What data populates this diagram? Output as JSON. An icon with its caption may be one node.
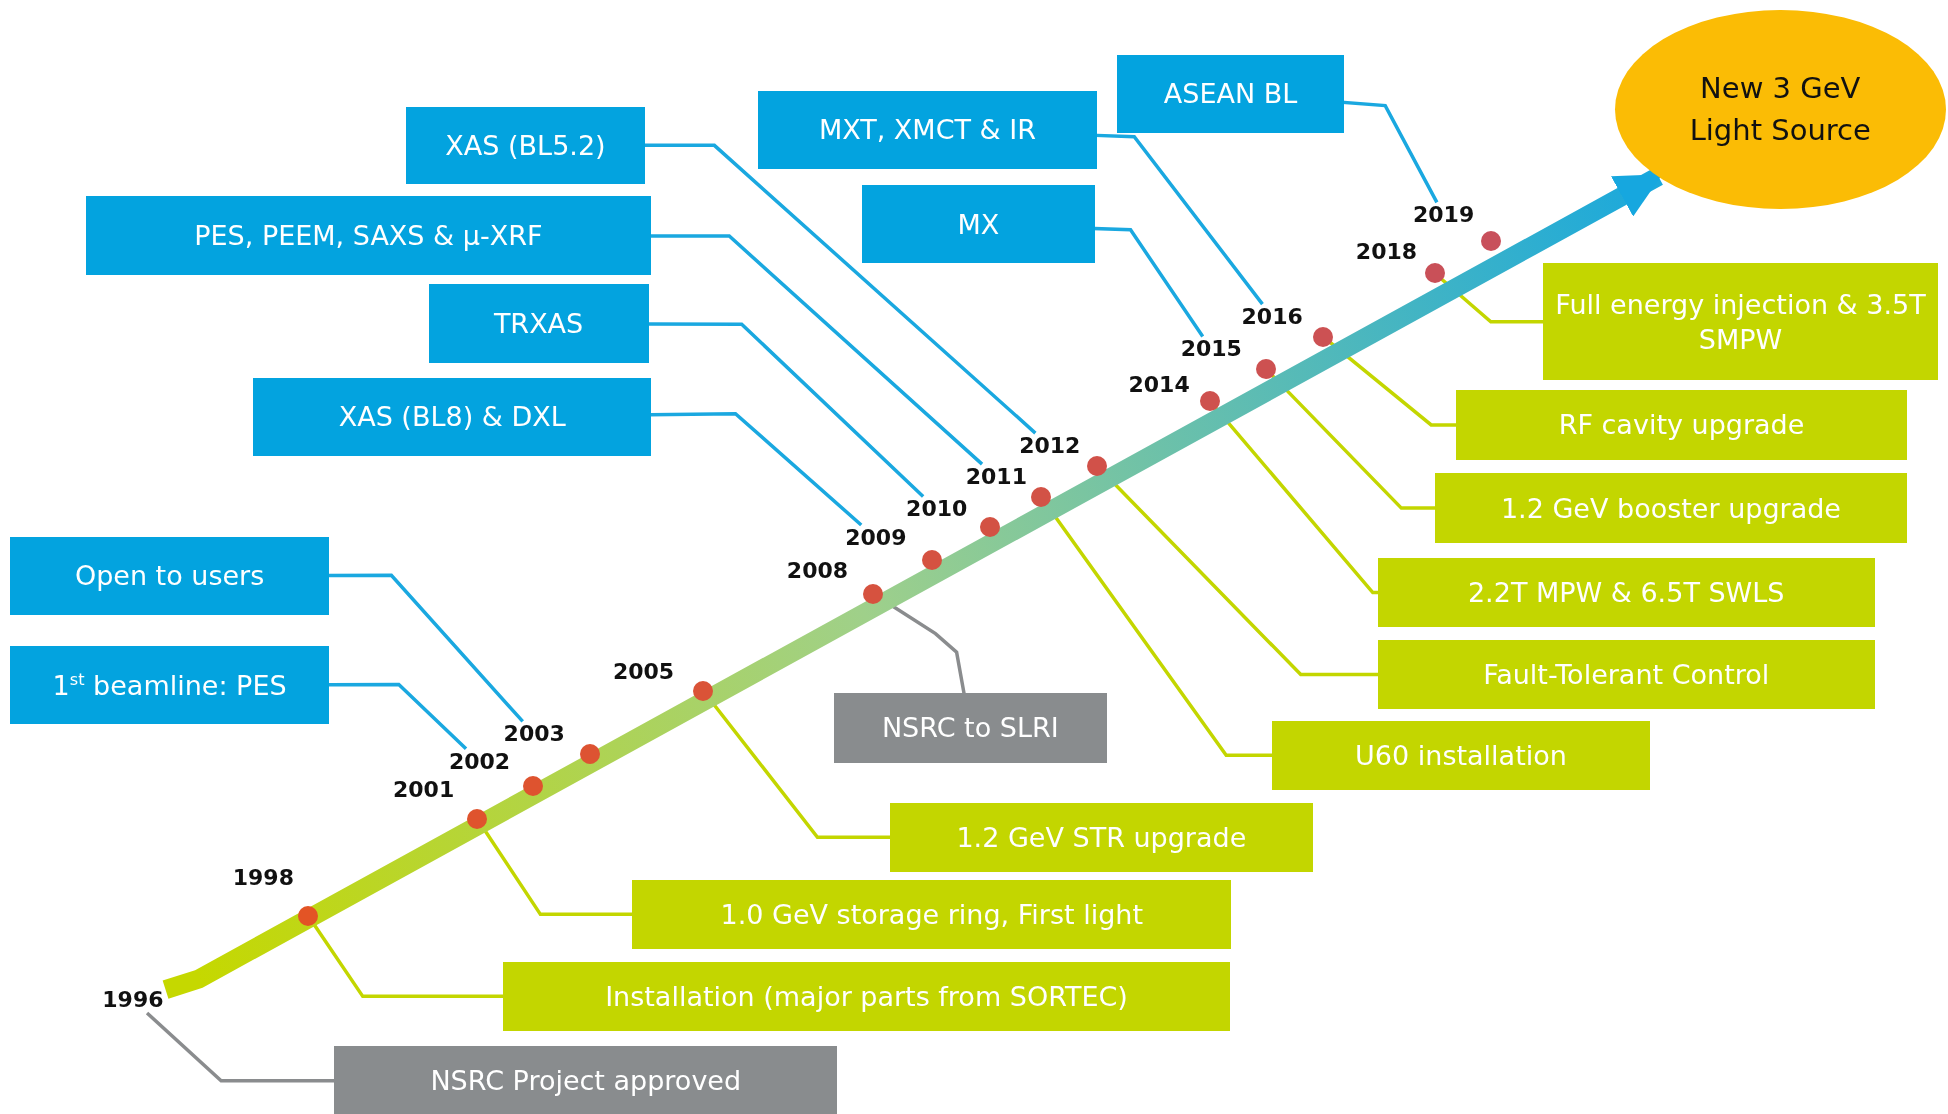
{
  "diagram": {
    "nodes": [
      {
        "text": [
          "XAS (BL5.2)"
        ]
      },
      {
        "text": [
          "PES, PEEM, SAXS & μ-XRF"
        ]
      },
      {
        "text": [
          "TRXAS"
        ]
      },
      {
        "text": [
          "XAS (BL8) & DXL"
        ]
      },
      {
        "text": [
          "MXT, XMCT & IR"
        ]
      },
      {
        "text": [
          "MX"
        ]
      },
      {
        "text": [
          "ASEAN BL"
        ]
      },
      {
        "text": [
          "Open to users"
        ]
      },
      {
        "text": [
          "1$^{st}$ beamline: PES"
        ]
      },
      {
        "text": [
          "Full energy injection & 3.5T SMPW"
        ]
      },
      {
        "text": [
          "RF cavity upgrade"
        ]
      },
      {
        "text": [
          "1.2 GeV booster upgrade"
        ]
      },
      {
        "text": [
          "2.2T MPW & 6.5T SWLS"
        ]
      },
      {
        "text": [
          "Fault-Tolerant Control"
        ]
      },
      {
        "text": [
          "U60 installation"
        ]
      },
      {
        "text": [
          "NSRC to SLRI"
        ]
      },
      {
        "text": [
          "1.2 GeV STR upgrade"
        ]
      },
      {
        "text": [
          "1.0 GeV storage ring, First light"
        ]
      },
      {
        "text": [
          "Installation (major parts from SORTEC)"
        ]
      },
      {
        "text": [
          "NSRC Project approved"
        ]
      },
      {
        "text": [
          "New 3 GeV Light Source"
        ]
      },
      {
        "text": [
          "1996"
        ]
      },
      {
        "text": [
          "1998"
        ]
      },
      {
        "text": [
          "2001"
        ]
      },
      {
        "text": [
          "2002"
        ]
      },
      {
        "text": [
          "2003"
        ]
      },
      {
        "text": [
          "2005"
        ]
      },
      {
        "text": [
          "2008"
        ]
      },
      {
        "text": [
          "2009"
        ]
      },
      {
        "text": [
          "2010"
        ]
      },
      {
        "text": [
          "2011"
        ]
      },
      {
        "text": [
          "2012"
        ]
      },
      {
        "text": [
          "2014"
        ]
      },
      {
        "text": [
          "2015"
        ]
      },
      {
        "text": [
          "2016"
        ]
      },
      {
        "text": [
          "2018"
        ]
      },
      {
        "text": [
          "2019"
        ]
      },
      {
        "text": [],
        "shape": "circle"
      },
      {
        "text": [],
        "shape": "circle"
      },
      {
        "text": [],
        "shape": "circle"
      },
      {
        "text": [],
        "shape": "circle"
      },
      {
        "text": [],
        "shape": "circle"
      },
      {
        "text": [],
        "shape": "circle"
      },
      {
        "text": [],
        "shape": "circle"
      },
      {
        "text": [],
        "shape": "circle"
      },
      {
        "text": [],
        "shape": "circle"
      },
      {
        "text": [],
        "shape": "circle"
      },
      {
        "text": [],
        "shape": "circle"
      },
      {
        "text": [],
        "shape": "circle"
      },
      {
        "text": [],
        "shape": "circle"
      },
      {
        "text": [],
        "shape": "circle"
      },
      {
        "text": [],
        "shape": "circle"
      }
    ],
    "edges": [
      {
        "from": 0,
        "to": 31,
        "arrow": "none",
        "color": "#1aa8e0"
      },
      {
        "from": 1,
        "to": 30,
        "arrow": "none",
        "color": "#1aa8e0"
      },
      {
        "from": 2,
        "to": 29,
        "arrow": "none",
        "color": "#1aa8e0"
      },
      {
        "from": 3,
        "to": 28,
        "arrow": "none",
        "color": "#1aa8e0"
      },
      {
        "from": 4,
        "to": 34,
        "arrow": "none",
        "color": "#1aa8e0"
      },
      {
        "from": 5,
        "to": 33,
        "arrow": "none",
        "color": "#1aa8e0"
      },
      {
        "from": 6,
        "to": 36,
        "arrow": "none",
        "color": "#1aa8e0"
      },
      {
        "from": 7,
        "to": 25,
        "arrow": "none",
        "color": "#1aa8e0"
      },
      {
        "from": 8,
        "to": 24,
        "arrow": "none",
        "color": "#1aa8e0"
      },
      {
        "from": 9,
        "to": 50,
        "arrow": "none",
        "color": "#c3d600"
      },
      {
        "from": 10,
        "to": 49,
        "arrow": "none",
        "color": "#c3d600"
      },
      {
        "from": 11,
        "to": 48,
        "arrow": "none",
        "color": "#c3d600"
      },
      {
        "from": 12,
        "to": 47,
        "arrow": "none",
        "color": "#c3d600"
      },
      {
        "from": 13,
        "to": 46,
        "arrow": "none",
        "color": "#c3d600"
      },
      {
        "from": 14,
        "to": 45,
        "arrow": "none",
        "color": "#c3d600"
      },
      {
        "from": 15,
        "to": 42,
        "arrow": "none",
        "color": "#8a8c8e"
      },
      {
        "from": 16,
        "to": 41,
        "arrow": "none",
        "color": "#c3d600"
      },
      {
        "from": 17,
        "to": 38,
        "arrow": "none",
        "color": "#c3d600"
      },
      {
        "from": 18,
        "to": 37,
        "arrow": "none",
        "color": "#c3d600"
      },
      {
        "from": 19,
        "to": 21,
        "arrow": "none",
        "color": "#8a8c8e"
      },
      {
        "from": 21,
        "to": 20,
        "arrow": "to",
        "style": "thick"
      }
    ]
  }
}
